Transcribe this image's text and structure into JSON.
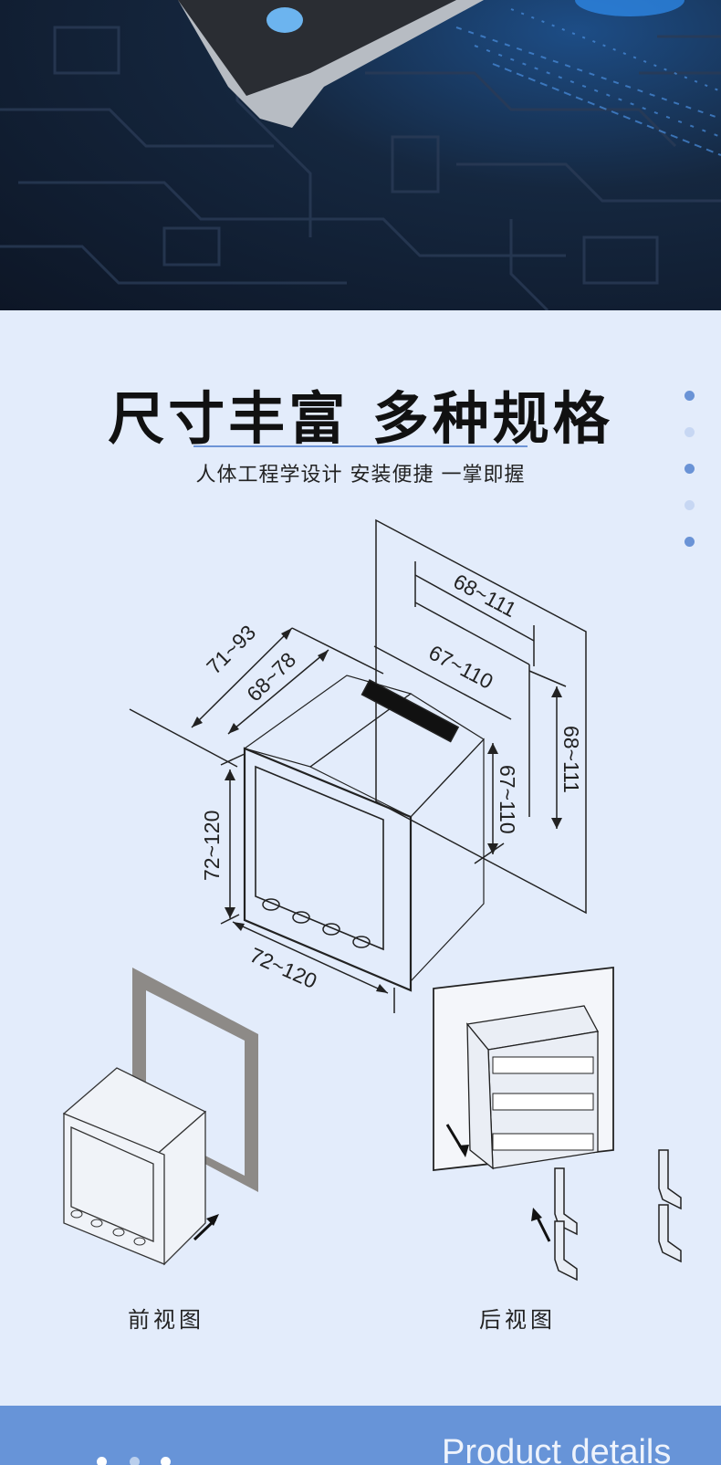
{
  "heading": {
    "title": "尺寸丰富 多种规格",
    "subtitle": "人体工程学设计 安装便捷 一掌即握"
  },
  "dimensions": {
    "d1": "71~93",
    "d2": "68~78",
    "d3": "68~111",
    "d4": "67~110",
    "d5": "68~111",
    "d6": "67~110",
    "d7": "72~120",
    "d8": "72~120"
  },
  "captions": {
    "front": "前视图",
    "back": "后视图"
  },
  "footer": {
    "label": "Product details"
  },
  "colors": {
    "accent": "#6794d8",
    "background": "#e3ecfb"
  }
}
